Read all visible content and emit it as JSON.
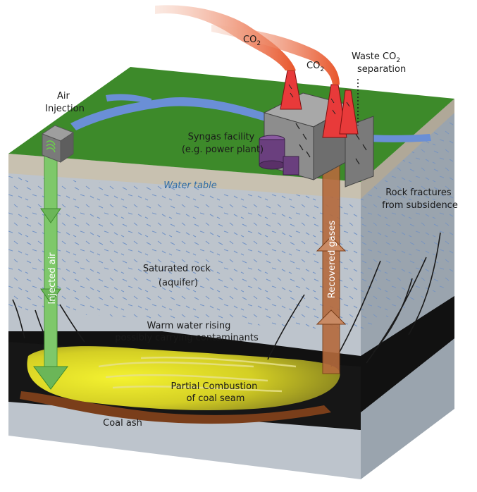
{
  "labels": {
    "air_injection": [
      "Air",
      "Injection"
    ],
    "injected_air": "Injected air",
    "co2_left": "CO",
    "co2_left_sub": "2",
    "co2_right": "CO",
    "co2_right_sub": "2",
    "waste_co2": [
      "Waste CO",
      "separation"
    ],
    "waste_co2_sub": "2",
    "syngas": [
      "Syngas facility",
      "(e.g. power plant)"
    ],
    "water_table": "Water table",
    "rock_fractures": [
      "Rock fractures",
      "from subsidence"
    ],
    "saturated_rock": [
      "Saturated rock",
      "(aquifer)"
    ],
    "recovered_gases": "Recovered gases",
    "warm_water": [
      "Warm water rising",
      "possibly carrying contaminants"
    ],
    "partial_combustion": [
      "Partial Combustion",
      "of coal seam"
    ],
    "coal_ash": "Coal ash"
  },
  "colors": {
    "grass": "#3d8a2a",
    "soil": "#c8c1b0",
    "rock_front": "#bdc4cc",
    "rock_side": "#9aa4ae",
    "coal": "#111111",
    "combustion": "#e8e62a",
    "ash": "#7a3e1a",
    "river": "#6a8fd6",
    "air_arrow": "#7ec86a",
    "gas_pipe": "#b56a3c",
    "smoke": "#e8552a",
    "building": "#8d8d8d",
    "tank": "#6a3f7e"
  }
}
